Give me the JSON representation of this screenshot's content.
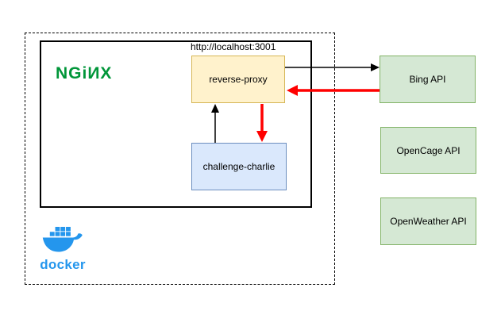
{
  "diagram": {
    "title_area": {
      "nginx_logo_text": "NGiИX",
      "docker_logo_text": "docker"
    },
    "url_label": "http://localhost:3001",
    "nodes": {
      "reverse_proxy": {
        "label": "reverse-proxy"
      },
      "challenge_charlie": {
        "label": "challenge-charlie"
      },
      "bing_api": {
        "label": "Bing API"
      },
      "opencage_api": {
        "label": "OpenCage API"
      },
      "openweather_api": {
        "label": "OpenWeather API"
      }
    },
    "edges": [
      {
        "from": "reverse-proxy",
        "to": "Bing API",
        "color": "black",
        "style": "thin-arrow-right"
      },
      {
        "from": "Bing API",
        "to": "reverse-proxy",
        "color": "red",
        "style": "thick-arrow-left"
      },
      {
        "from": "challenge-charlie",
        "to": "reverse-proxy",
        "color": "black",
        "style": "thin-arrow-up"
      },
      {
        "from": "reverse-proxy",
        "to": "challenge-charlie",
        "color": "red",
        "style": "thick-arrow-down"
      }
    ],
    "colors": {
      "arrow_black": "#000000",
      "arrow_red": "#ff0000",
      "nginx_green": "#009639",
      "docker_blue": "#2496ed",
      "yellow_fill": "#fff2cc",
      "yellow_border": "#d6b656",
      "blue_fill": "#dae8fc",
      "blue_border": "#6c8ebf",
      "green_fill": "#d5e8d4",
      "green_border": "#82b366"
    }
  }
}
